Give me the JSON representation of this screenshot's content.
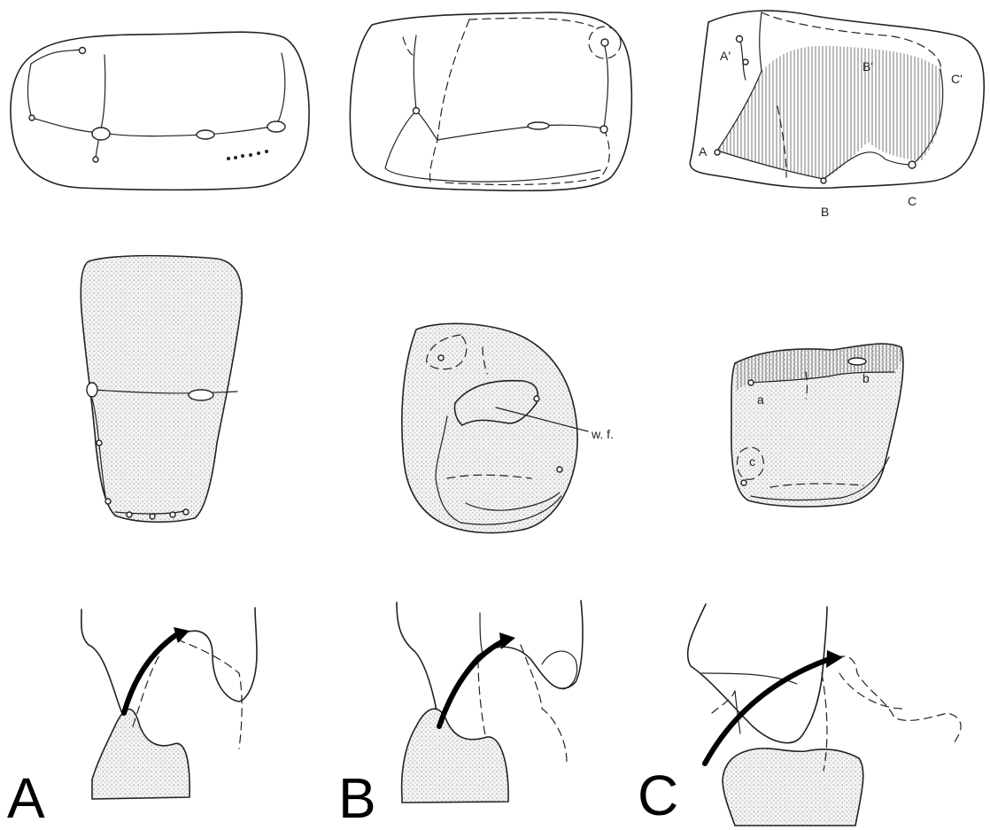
{
  "panel_labels": [
    "A",
    "B",
    "C"
  ],
  "occlusal_point_labels": {
    "A_prime": "A'",
    "B_prime": "B'",
    "C_prime": "C'",
    "A": "A",
    "B": "B",
    "C": "C"
  },
  "wear_labels": {
    "wear_facet": "w. f.",
    "facet_a": "a",
    "facet_b": "b",
    "facet_c": "c"
  }
}
